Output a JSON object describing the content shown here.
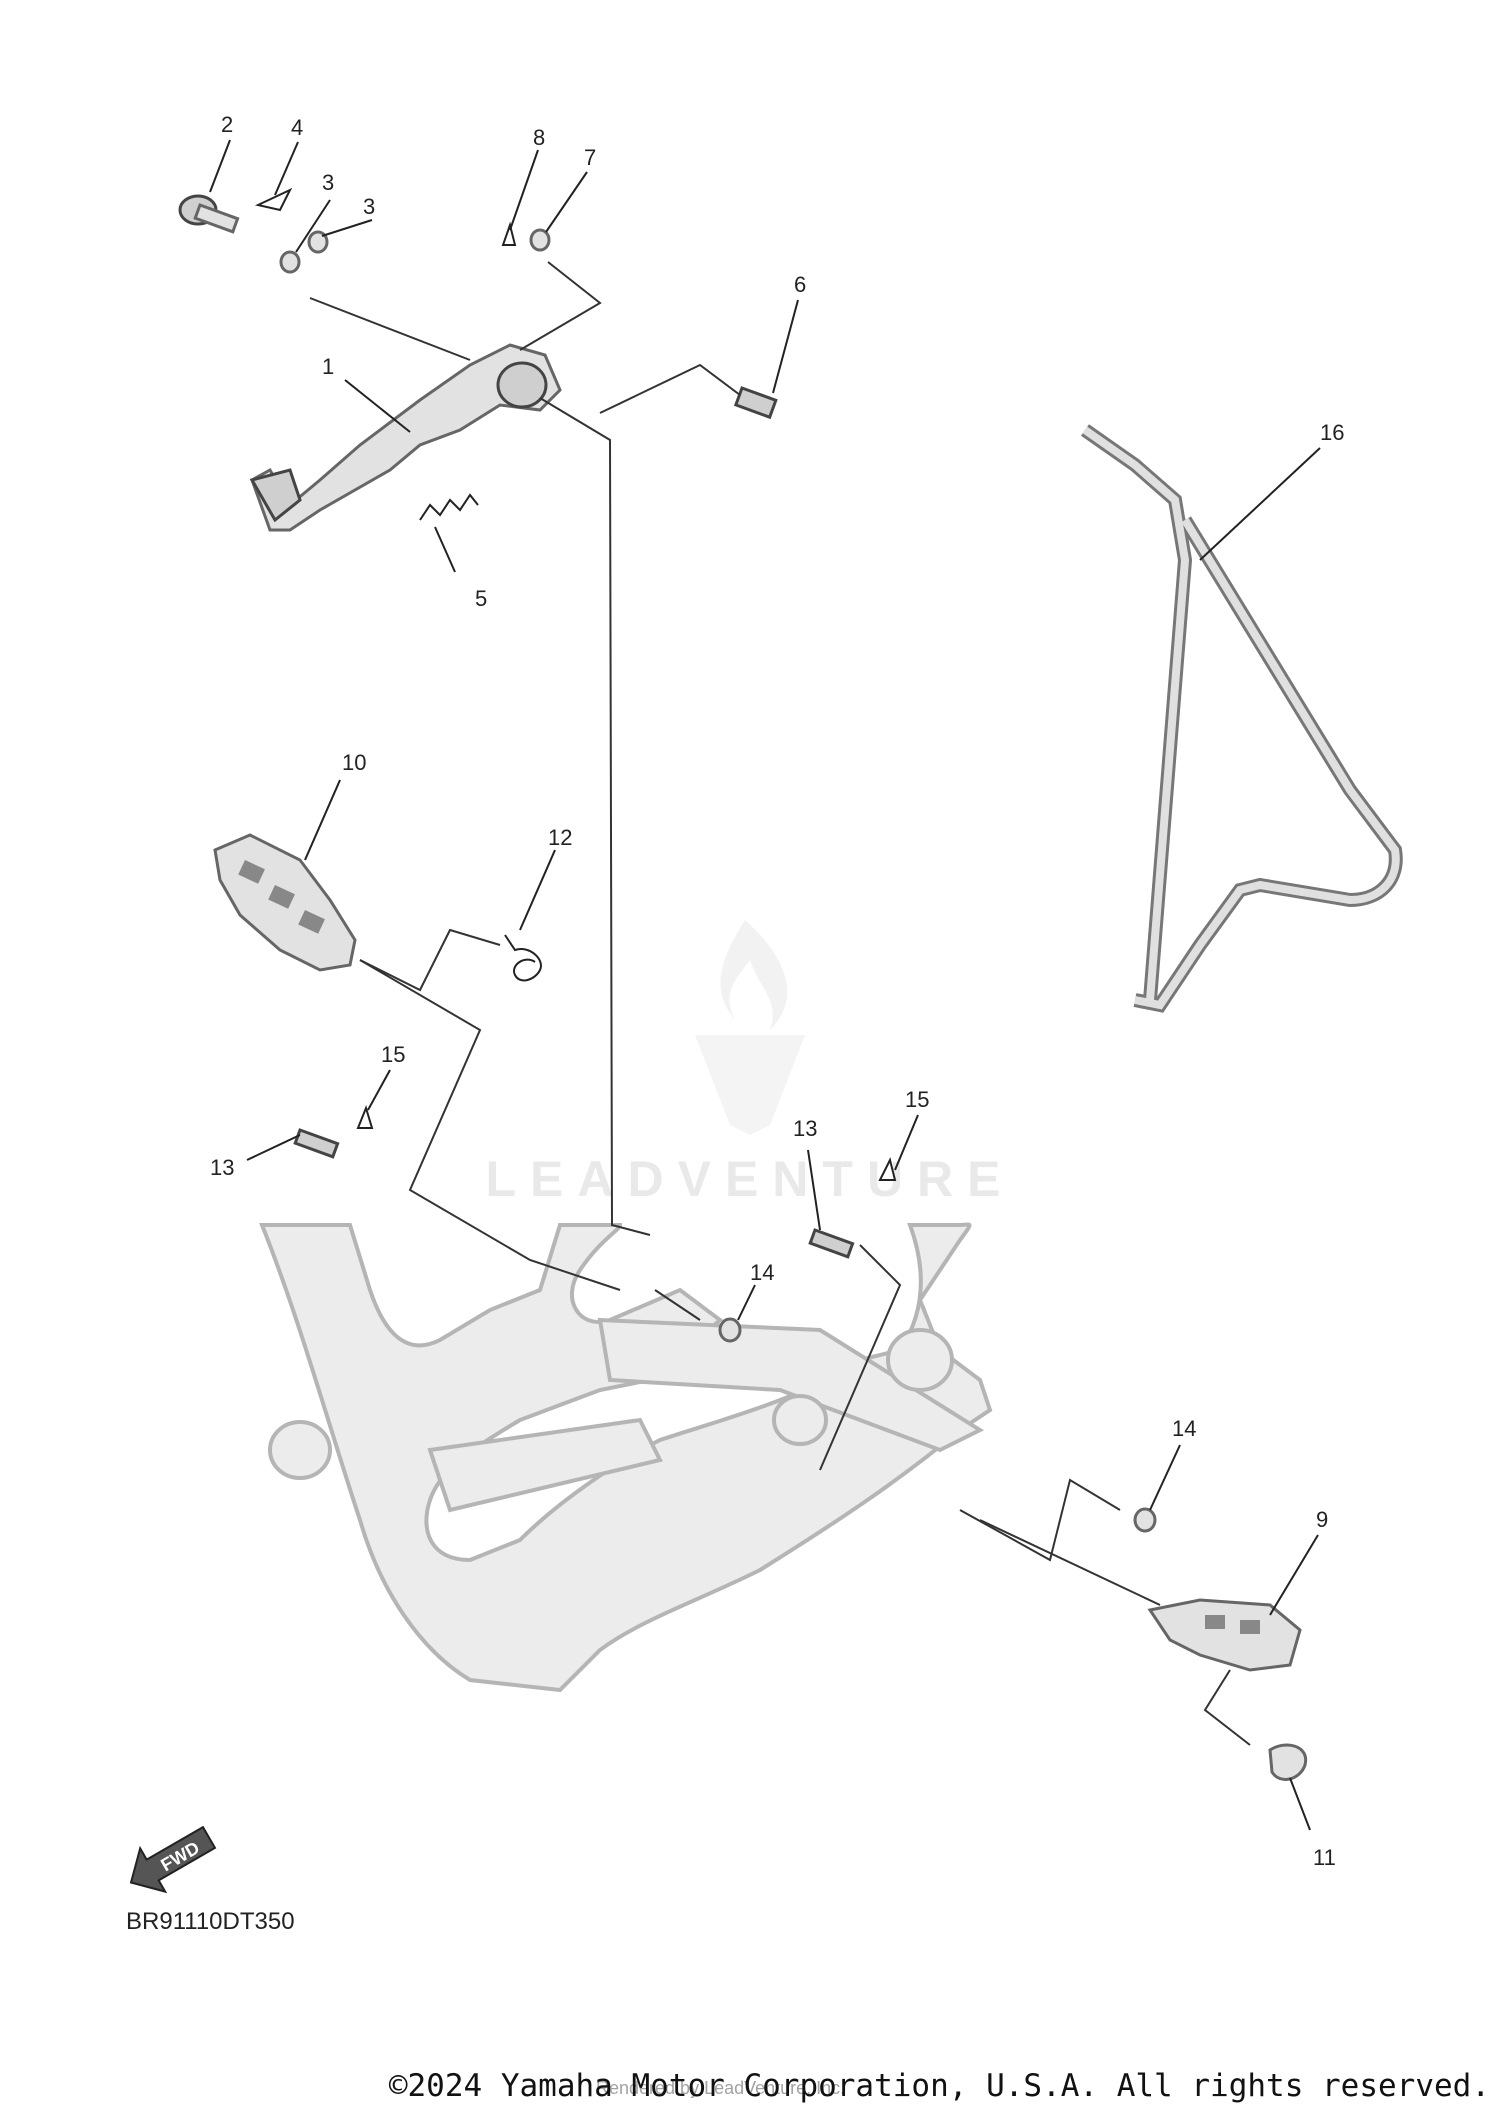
{
  "callouts": {
    "c1": "1",
    "c2": "2",
    "c3a": "3",
    "c3b": "3",
    "c4": "4",
    "c5": "5",
    "c6": "6",
    "c7": "7",
    "c8": "8",
    "c9": "9",
    "c10": "10",
    "c11": "11",
    "c12": "12",
    "c13a": "13",
    "c13b": "13",
    "c14a": "14",
    "c14b": "14",
    "c15a": "15",
    "c15b": "15",
    "c16": "16"
  },
  "fwd_label": "FWD",
  "diagram_code": "BR91110DT350",
  "copyright": "©2024 Yamaha Motor Corporation, U.S.A. All rights reserved.",
  "rendered_by": "Rendered by LeadVenture, Inc.",
  "watermark": "LEADVENTURE",
  "colors": {
    "ink": "#222222",
    "frame": "#b5b5b5",
    "watermark": "#e9e9e9"
  }
}
